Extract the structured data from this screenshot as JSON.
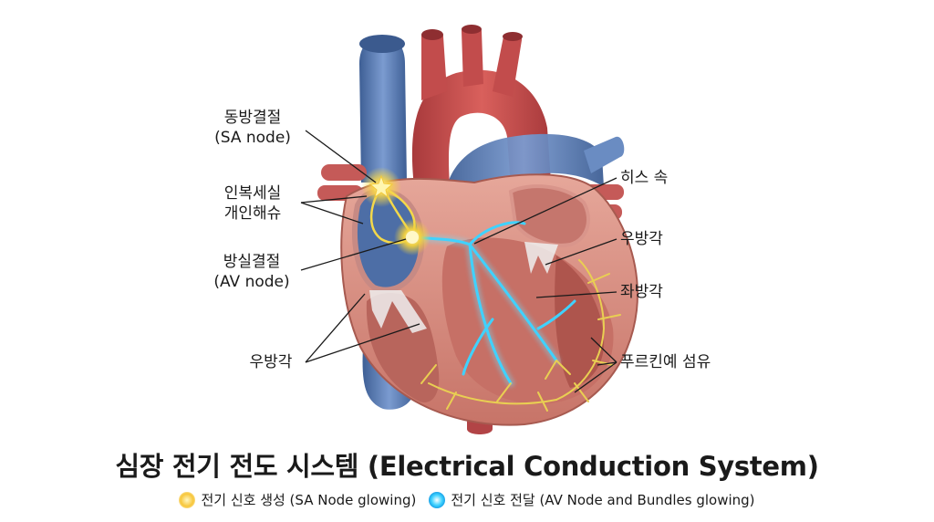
{
  "labels": {
    "sa_node_ko": "동방결절",
    "sa_node_en": "(SA node)",
    "internodal_1": "인복세실",
    "internodal_2": "개인해슈",
    "av_node_ko": "방실결절",
    "av_node_en": "(AV node)",
    "right_bundle_left": "우방각",
    "his_bundle": "히스 속",
    "right_bundle": "우방각",
    "left_bundle": "좌방각",
    "purkinje": "푸르킨예 섬유"
  },
  "title": "심장 전기 전도 시스템 (Electrical Conduction System)",
  "legend": [
    {
      "icon": "yellow-glow-dot",
      "text": "전기 신호 생성 (SA Node glowing)",
      "color": "#f7c63a"
    },
    {
      "icon": "blue-glow-dot",
      "text": "전기 신호 전달 (AV Node and Bundles glowing)",
      "color": "#3fd2ff"
    }
  ],
  "colors": {
    "aorta": "#c9504f",
    "vena_cava": "#5f82b8",
    "myocardium": "#d98f84",
    "sa_glow": "#f7d64a",
    "conduction": "#3fd2ff",
    "purkinje": "#e9cf52"
  }
}
